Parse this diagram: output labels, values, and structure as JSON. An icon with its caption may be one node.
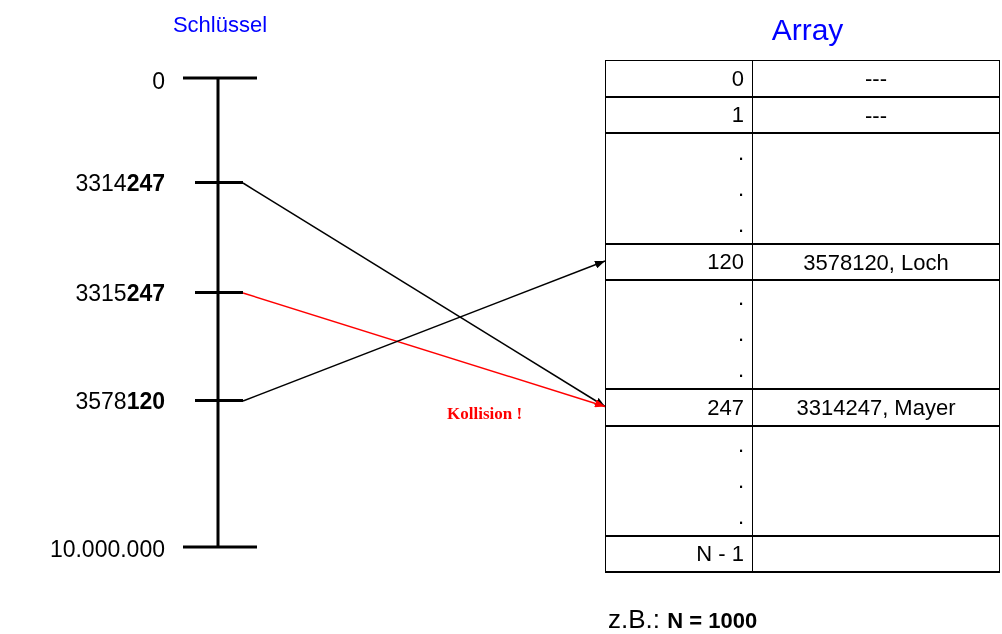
{
  "diagram": {
    "nodes": [
      {
        "text": [
          "3314**247**"
        ]
      },
      {
        "text": [
          "3315**247**"
        ]
      },
      {
        "text": [
          "3578**120**"
        ]
      },
      {
        "text": [
          "Array"
        ]
      },
      {
        "text": [
          "0",
          "---"
        ],
        "in": 3
      },
      {
        "text": [
          "1",
          "---"
        ],
        "in": 3
      },
      {
        "text": [
          ". . ."
        ],
        "in": 3
      },
      {
        "text": [
          "120",
          "3578120, Loch"
        ],
        "in": 3
      },
      {
        "text": [
          ". . ."
        ],
        "in": 3
      },
      {
        "text": [
          "247",
          "3314247, Mayer"
        ],
        "in": 3
      },
      {
        "text": [
          ". . ."
        ],
        "in": 3
      },
      {
        "text": [
          "N - 1"
        ],
        "in": 3
      }
    ],
    "edges": [
      {
        "from": 0,
        "to": 9,
        "arrow": "to"
      },
      {
        "from": 1,
        "to": 9,
        "arrow": "to",
        "color": "#ff0000",
        "label": "Kollision !"
      },
      {
        "from": 2,
        "to": 7,
        "arrow": "to"
      }
    ],
    "labels": [
      "Schlüssel",
      "0",
      "10.000.000",
      "z.B.: **N = 1000**"
    ]
  }
}
